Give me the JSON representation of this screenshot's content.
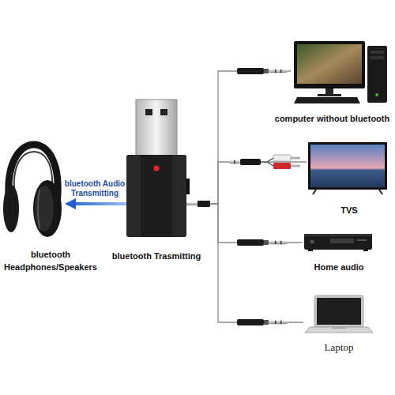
{
  "diagram": {
    "nodes": [
      {
        "text": [
          "bluetooth Headphones/Speakers"
        ]
      },
      {
        "text": [
          "bluetooth Trasmitting"
        ]
      },
      {
        "text": [
          "computer without bluetooth"
        ]
      },
      {
        "text": [
          "TVS"
        ]
      },
      {
        "text": [
          "Home audio"
        ]
      },
      {
        "text": [
          "Laptop"
        ]
      }
    ],
    "edges": [
      {
        "from": 1,
        "to": 0,
        "arrow": "to",
        "label": "bluetooth Audio Transmitting"
      },
      {
        "from": 1,
        "to": 2,
        "arrow": "none"
      },
      {
        "from": 1,
        "to": 3,
        "arrow": "none"
      },
      {
        "from": 1,
        "to": 4,
        "arrow": "none"
      },
      {
        "from": 1,
        "to": 5,
        "arrow": "none"
      }
    ]
  }
}
